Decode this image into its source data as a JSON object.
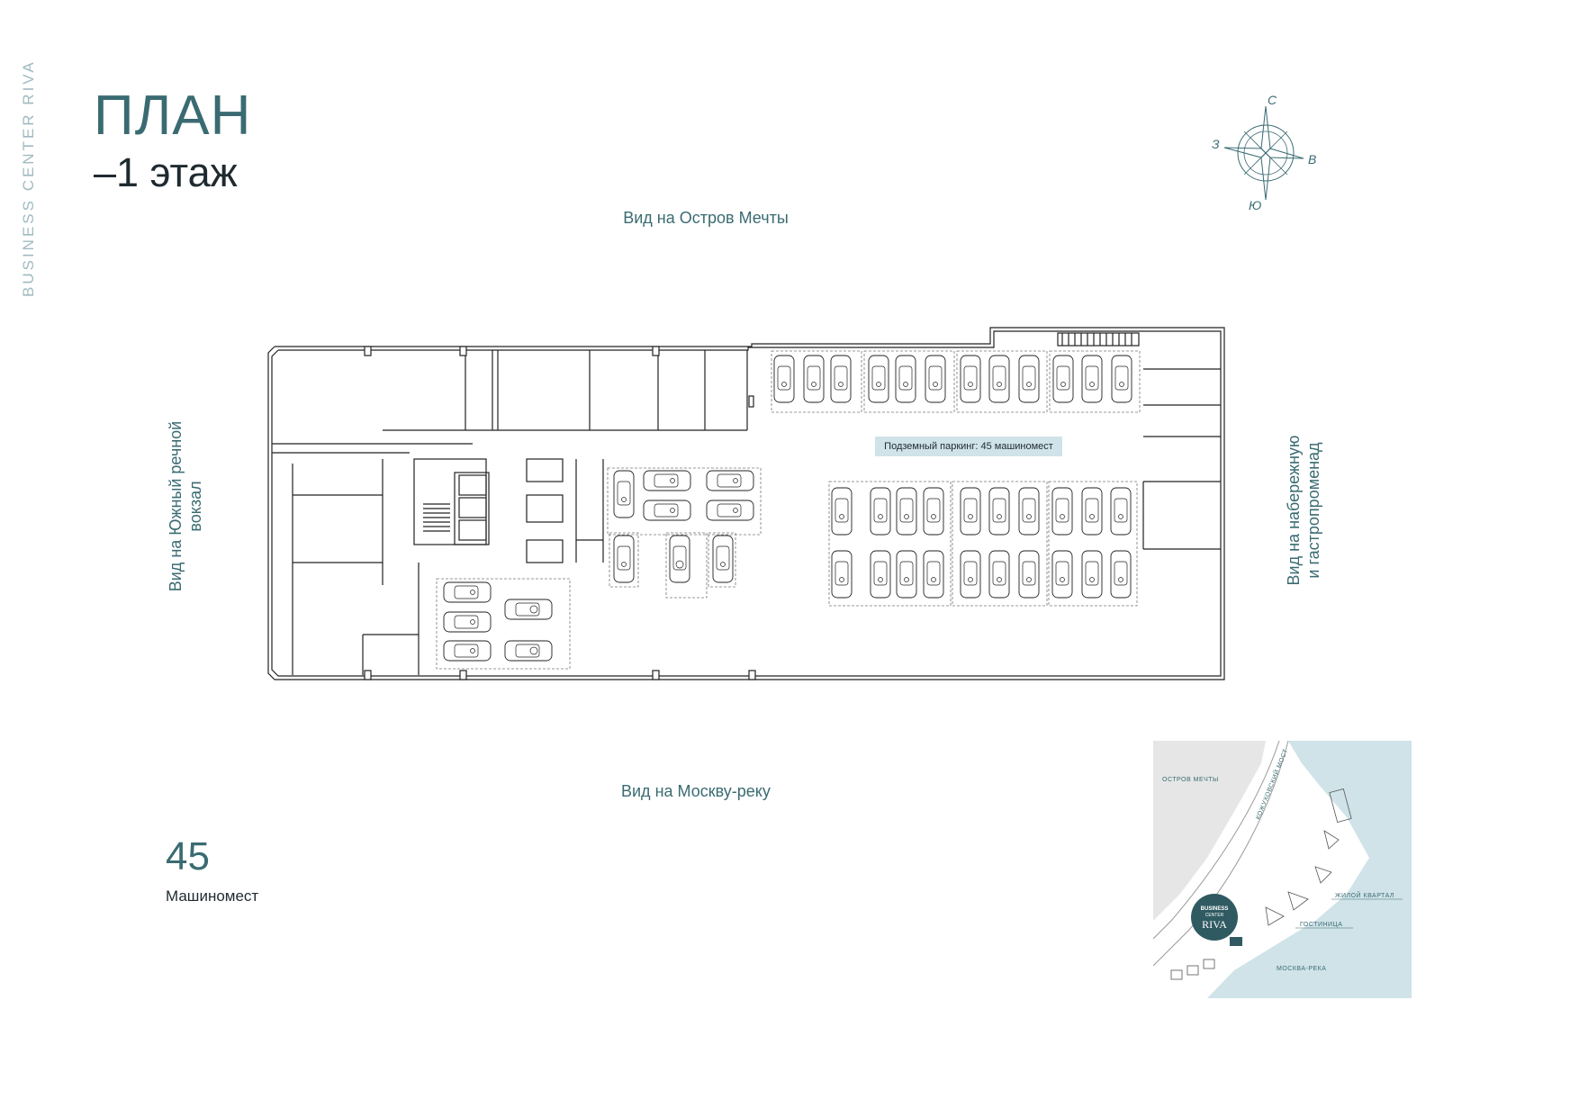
{
  "brand": "BUSINESS CENTER RIVA",
  "title": {
    "main": "ПЛАН",
    "sub": "–1 этаж"
  },
  "views": {
    "top": "Вид на Остров Мечты",
    "bottom": "Вид на Москву-реку",
    "left_line1": "Вид на Южный речной",
    "left_line2": "вокзал",
    "right_line1": "Вид на набережную",
    "right_line2": "и гастропроменад"
  },
  "compass": {
    "north": "С",
    "south": "Ю",
    "east": "В",
    "west": "З"
  },
  "parking_label": "Подземный паркинг: 45 машиномест",
  "stats": {
    "count": "45",
    "label": "Машиномест"
  },
  "minimap": {
    "island": "ОСТРОВ МЕЧТЫ",
    "bridge": "КОЖУХОВСКИЙ МОСТ",
    "residential": "ЖИЛОЙ КВАРТАЛ",
    "hotel": "ГОСТИНИЦА",
    "river": "МОСКВА-РЕКА",
    "logo_line1": "BUSINESS",
    "logo_line2": "CENTER",
    "logo_line3": "RIVA"
  },
  "colors": {
    "accent": "#3a6b72",
    "water": "#cfe3e8",
    "land": "#e6e6e6",
    "logo": "#2f5a62"
  }
}
